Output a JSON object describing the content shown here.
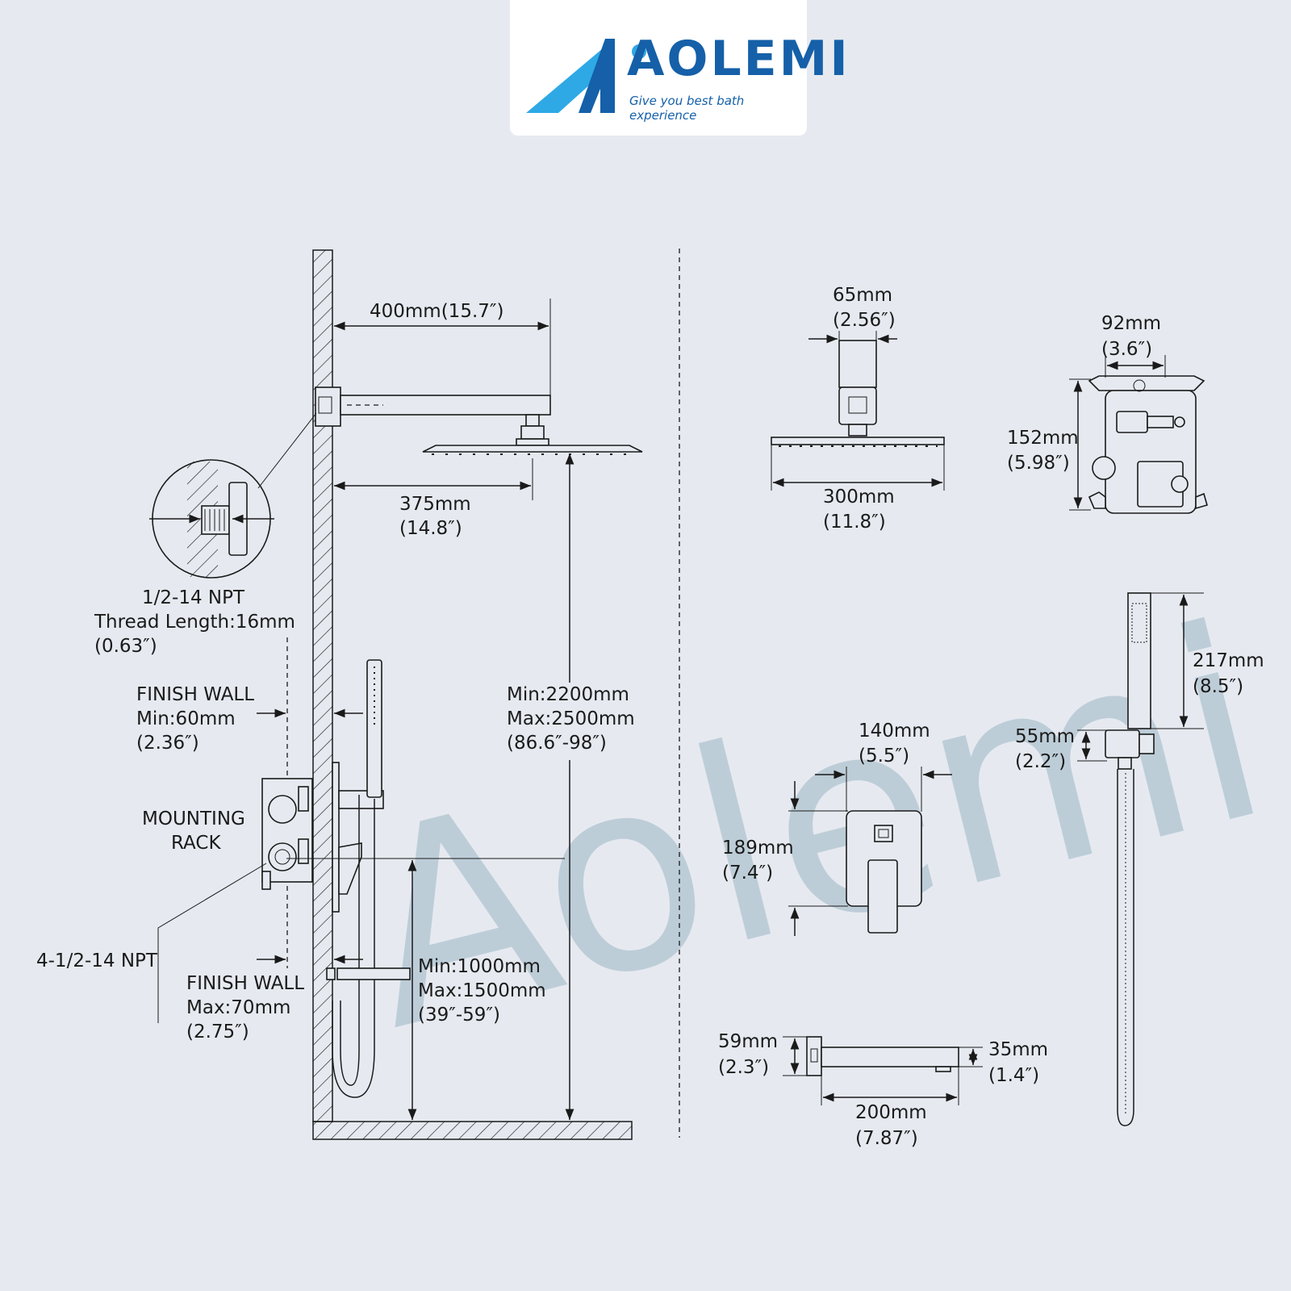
{
  "brand": {
    "name": "AOLEMI",
    "tagline": "Give you best bath experience",
    "watermark": "Aolemi",
    "colors": {
      "brand_blue": "#1560a8",
      "logo_cyan": "#2ea9e6",
      "watermark": "#b7c8d4",
      "background": "#e6eaf0",
      "line": "#1a1a1a"
    }
  },
  "install": {
    "arm_length_mm": "400mm(15.7″)",
    "arm_reach_mm": "375mm",
    "arm_reach_in": "(14.8″)",
    "thread_title": "1/2-14 NPT",
    "thread_length": "Thread Length:16mm",
    "thread_length_in": "(0.63″)",
    "finish_wall_min_title": "FINISH WALL",
    "finish_wall_min": "Min:60mm",
    "finish_wall_min_in": "(2.36″)",
    "mounting_rack_1": "MOUNTING",
    "mounting_rack_2": "RACK",
    "inlet_npt": "4-1/2-14 NPT",
    "finish_wall_max_title": "FINISH WALL",
    "finish_wall_max": "Max:70mm",
    "finish_wall_max_in": "(2.75″)",
    "head_height_min": "Min:2200mm",
    "head_height_max": "Max:2500mm",
    "head_height_in": "(86.6″-98″)",
    "valve_height_min": "Min:1000mm",
    "valve_height_max": "Max:1500mm",
    "valve_height_in": "(39″-59″)"
  },
  "showerhead": {
    "neck_mm": "65mm",
    "neck_in": "(2.56″)",
    "width_mm": "300mm",
    "width_in": "(11.8″)"
  },
  "valve_body": {
    "width_mm": "92mm",
    "width_in": "(3.6″)",
    "height_mm": "152mm",
    "height_in": "(5.98″)"
  },
  "trim_plate": {
    "width_mm": "140mm",
    "width_in": "(5.5″)",
    "height_mm": "189mm",
    "height_in": "(7.4″)"
  },
  "hand_shower": {
    "length_mm": "217mm",
    "length_in": "(8.5″)",
    "holder_mm": "55mm",
    "holder_in": "(2.2″)"
  },
  "tub_spout": {
    "height_mm": "59mm",
    "height_in": "(2.3″)",
    "outlet_mm": "35mm",
    "outlet_in": "(1.4″)",
    "length_mm": "200mm",
    "length_in": "(7.87″)"
  }
}
